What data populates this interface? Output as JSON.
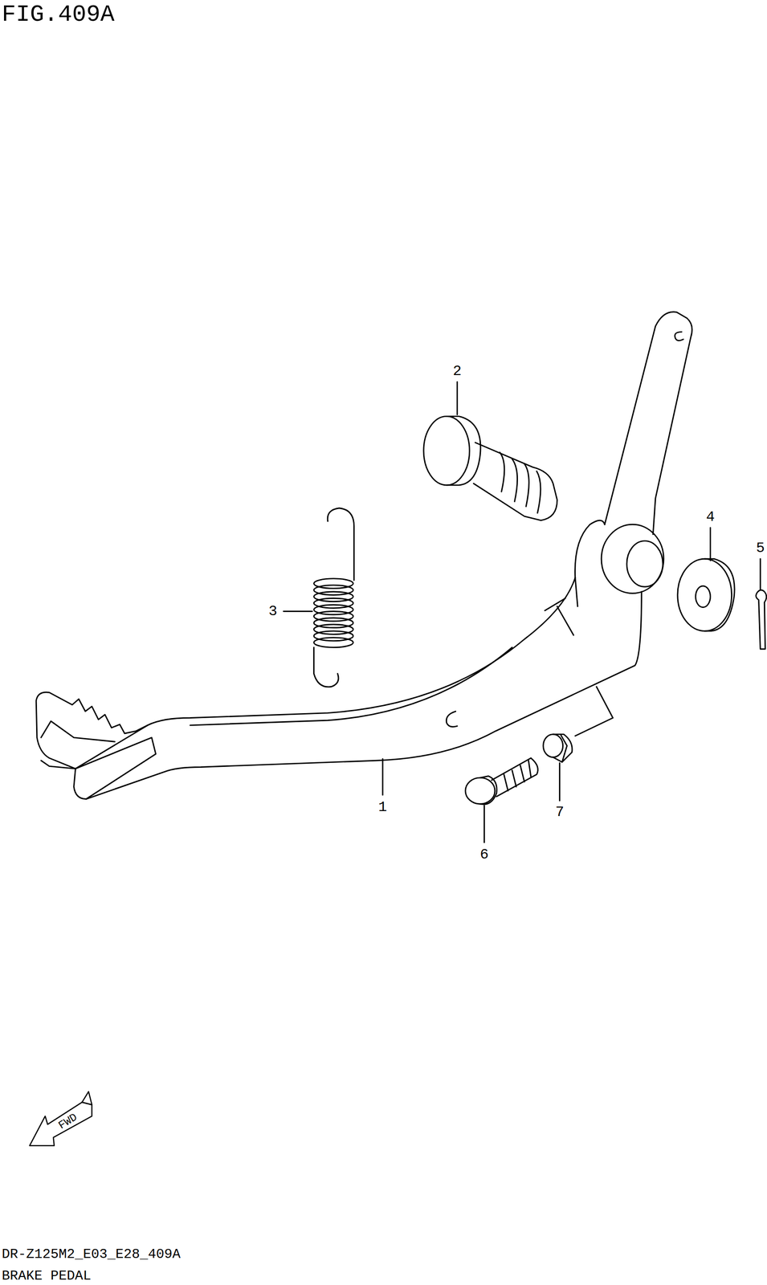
{
  "diagram": {
    "title": "FIG.409A",
    "caption": "BRAKE PEDAL",
    "labels": [
      "1",
      "2",
      "3",
      "4",
      "5",
      "6",
      "7",
      "FWD",
      "DR-Z125M2_E03_E28_409A"
    ]
  }
}
